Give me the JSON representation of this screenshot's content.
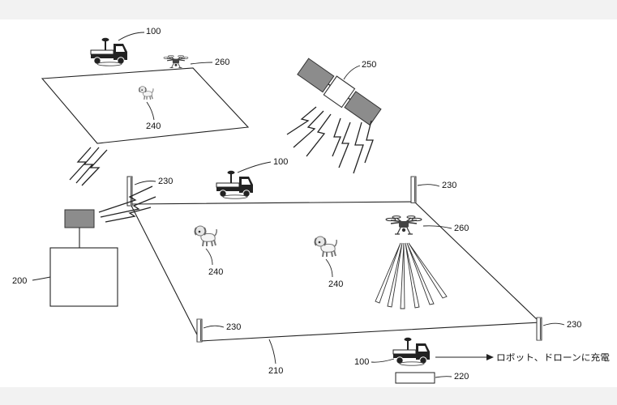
{
  "labels": {
    "truck_remote": "100",
    "drone_remote": "260",
    "robot_remote": "240",
    "satellite": "250",
    "post_top_left": "230",
    "truck_field_top": "100",
    "post_top_right": "230",
    "drone_field": "260",
    "robot_field_left": "240",
    "robot_field_right": "240",
    "post_bottom_left": "230",
    "post_bottom_right": "230",
    "field": "210",
    "truck_field_bottom": "100",
    "charger": "220",
    "server": "200"
  },
  "charge_note": "ロボット、ドローンに充電",
  "colors": {
    "ink": "#222222",
    "panel_gray": "#8c8c8c",
    "background_band": "#f2f2f2"
  },
  "icons": [
    "truck-icon",
    "robot-dog-icon",
    "drone-icon",
    "satellite-icon",
    "lightning-icon",
    "post-icon"
  ]
}
